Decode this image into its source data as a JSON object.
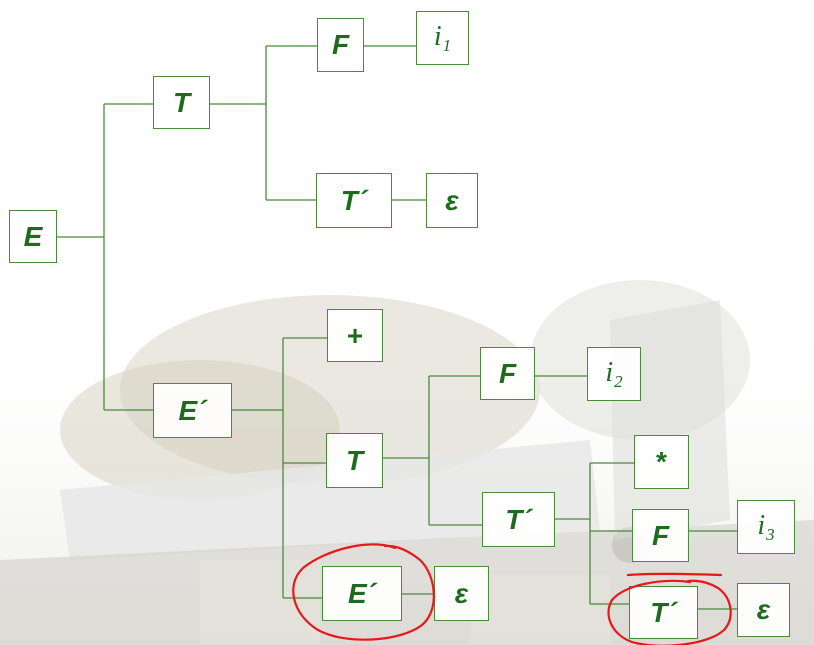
{
  "nodes": {
    "root_E": "E",
    "T1": "T",
    "F1": "F",
    "i1_base": "i",
    "i1_sub": "1",
    "Tp1": "T´",
    "eps1": "ε",
    "Ep1": "E´",
    "plus": "+",
    "T2": "T",
    "F2": "F",
    "i2_base": "i",
    "i2_sub": "2",
    "Tp2": "T´",
    "star": "*",
    "F3": "F",
    "i3_base": "i",
    "i3_sub": "3",
    "Tp3": "T´",
    "eps3": "ε",
    "Ep2": "E´",
    "eps2": "ε"
  },
  "colors": {
    "node_text": "#1e6b1e",
    "node_border": "#4a8a3a",
    "line": "#4a8a3a",
    "annotation": "#e81818"
  }
}
